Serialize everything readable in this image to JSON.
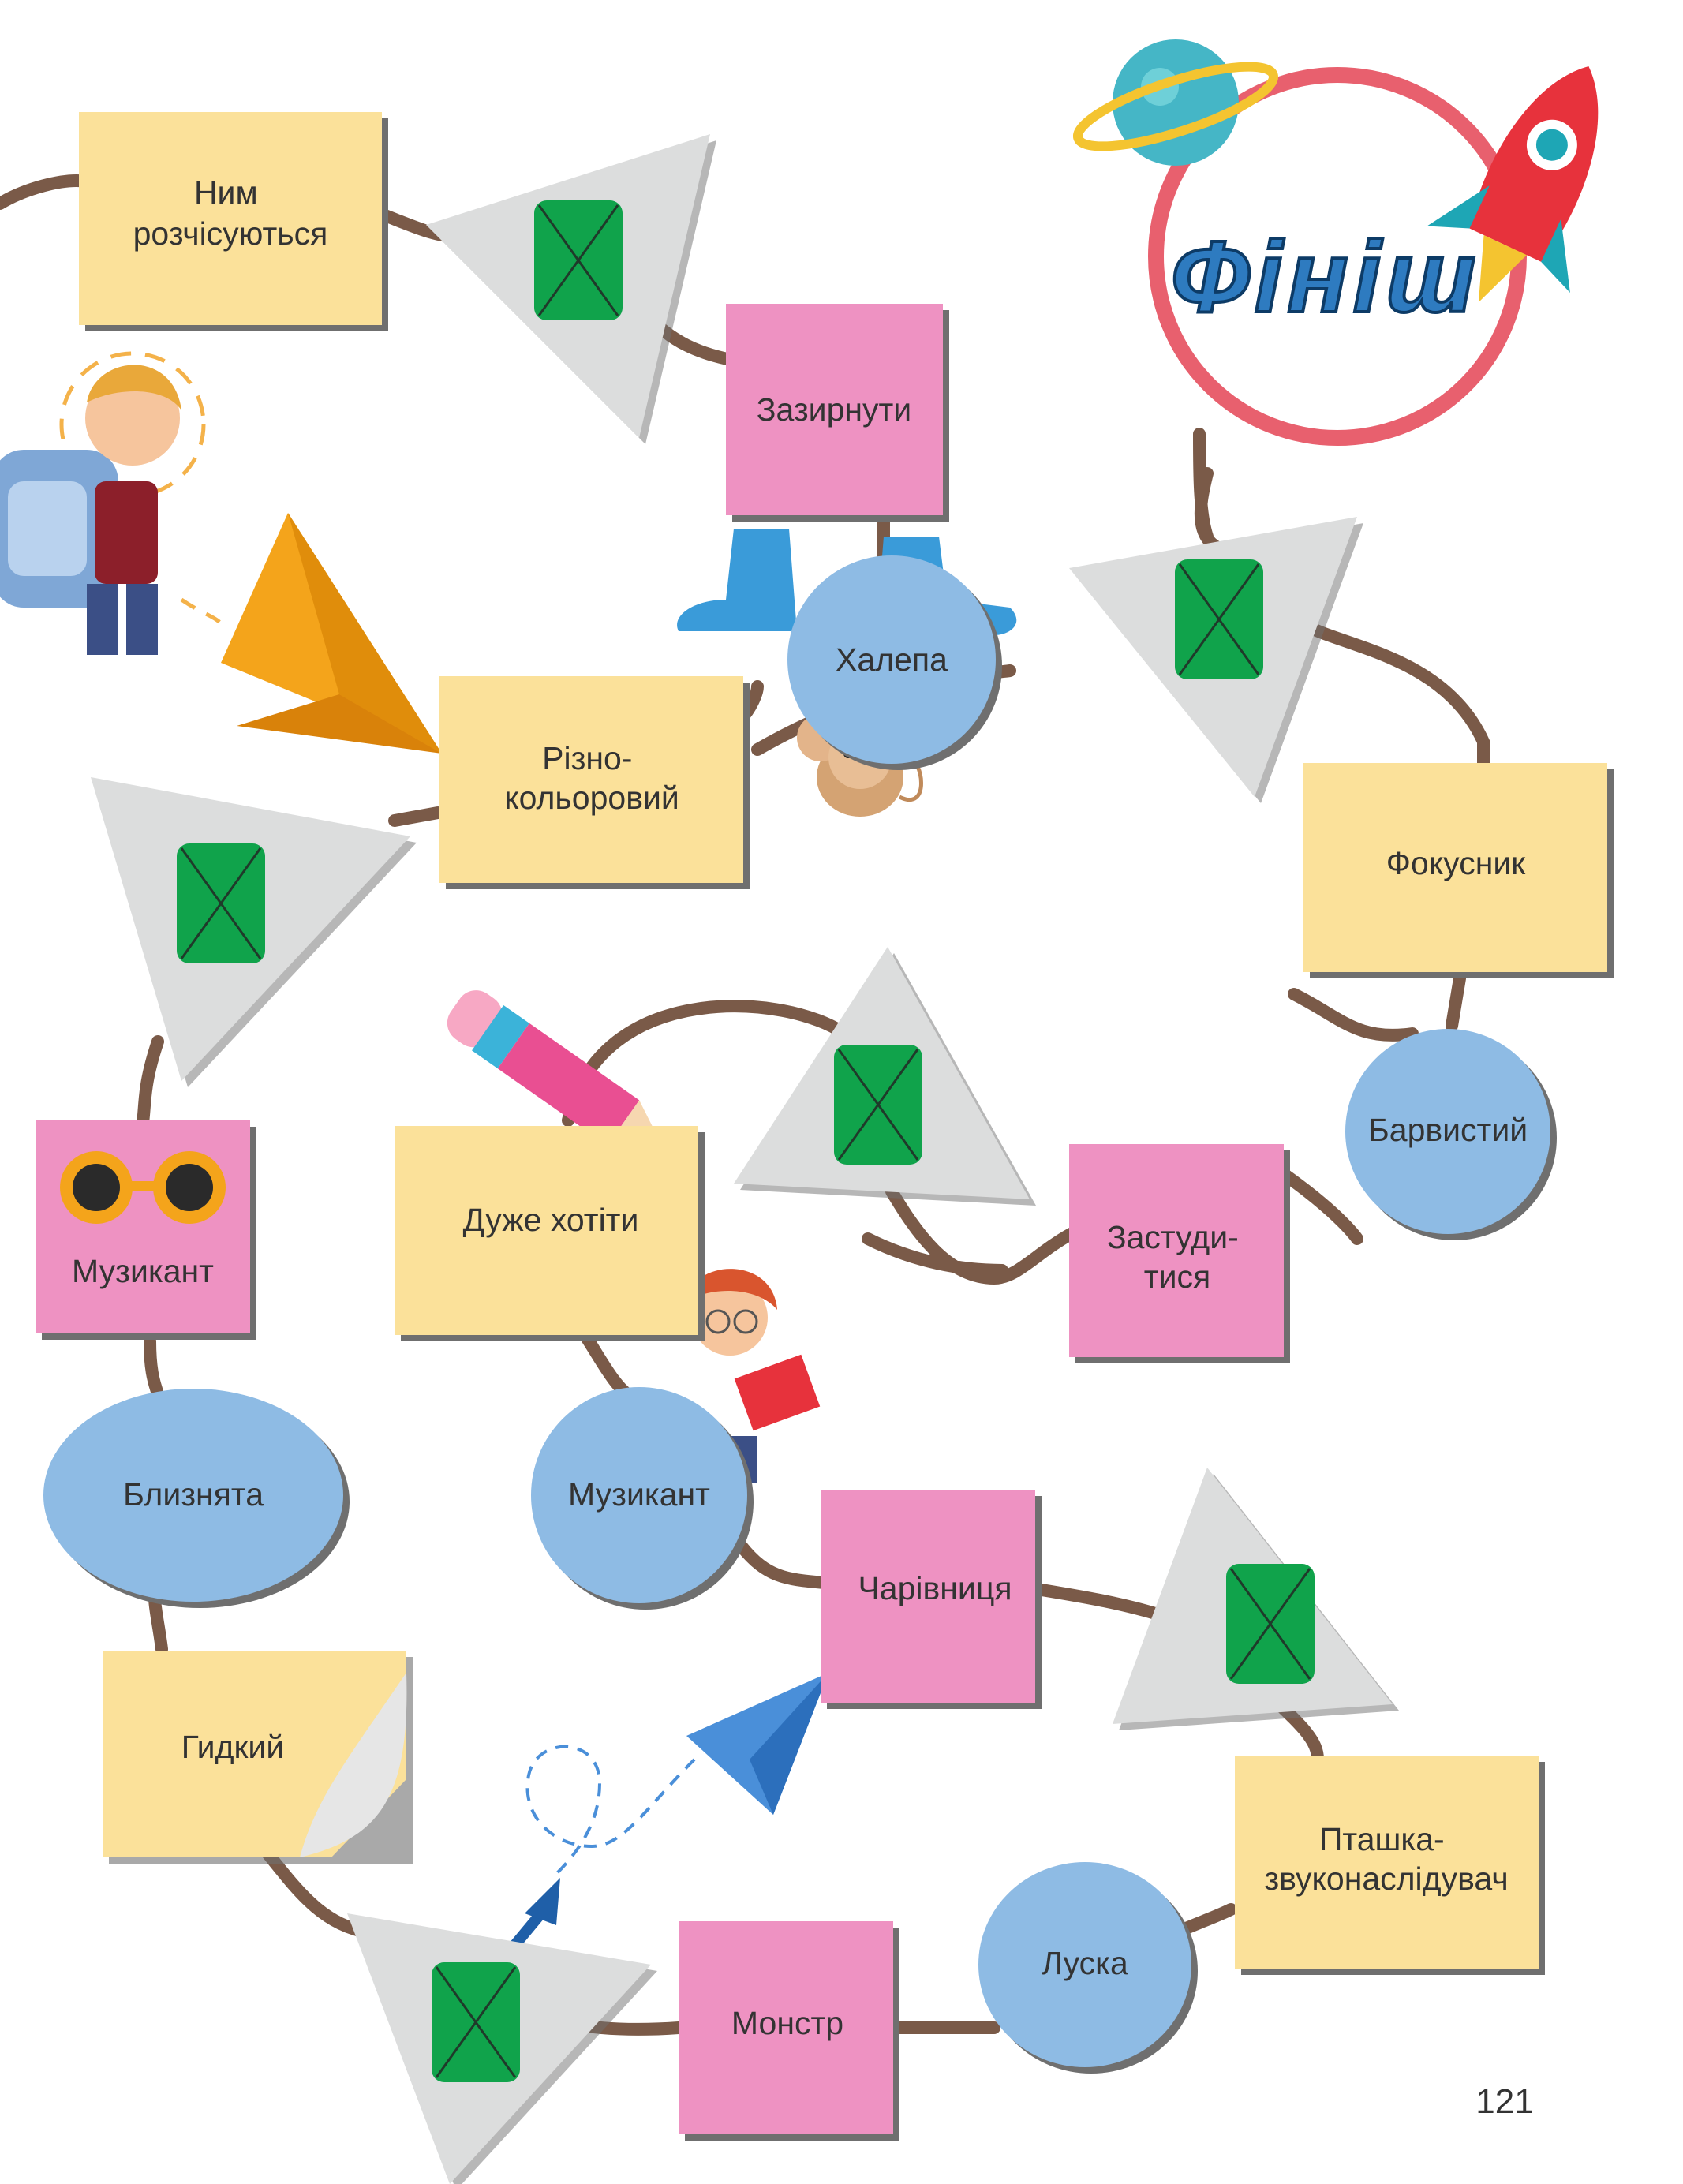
{
  "colors": {
    "path": "#7a5a48",
    "yellow_square": "#fbe19a",
    "pink_square": "#ee92c2",
    "blue_circle": "#8ebbe4",
    "gray_triangle": "#dcdddd",
    "green_box": "#10a34b",
    "finish_ring": "#e8606e",
    "finish_text": "#2e7bc0",
    "shadow": "#6f6f6f"
  },
  "finish": {
    "label": "Фініш"
  },
  "squares": {
    "sq1": "Ним розчісуються",
    "sq2": "Зазирнути",
    "sq3": "Різно-кольоровий",
    "sq4": "Фокусник",
    "sq5": "Дуже хотіти",
    "sq6": "Застуди-тися",
    "sq7": "Музикант",
    "sq8": "Чарівниця",
    "sq9": "Гидкий",
    "sq10": "Пташка-звуконаслідувач",
    "sq11": "Монстр"
  },
  "circles": {
    "c1": "Халепа",
    "c2": "Барвистий",
    "c3": "Близнята",
    "c4": "Музикант",
    "c5": "Луска"
  },
  "page_number": "121",
  "icons": [
    "planet-icon",
    "rocket-icon",
    "paper-plane-icon",
    "boy-with-backpack-icon",
    "boots-icon",
    "mouse-icon",
    "pencil-icon",
    "sunglasses-icon",
    "boy-reading-icon",
    "blue-paper-plane-icon",
    "arrow-icon"
  ]
}
